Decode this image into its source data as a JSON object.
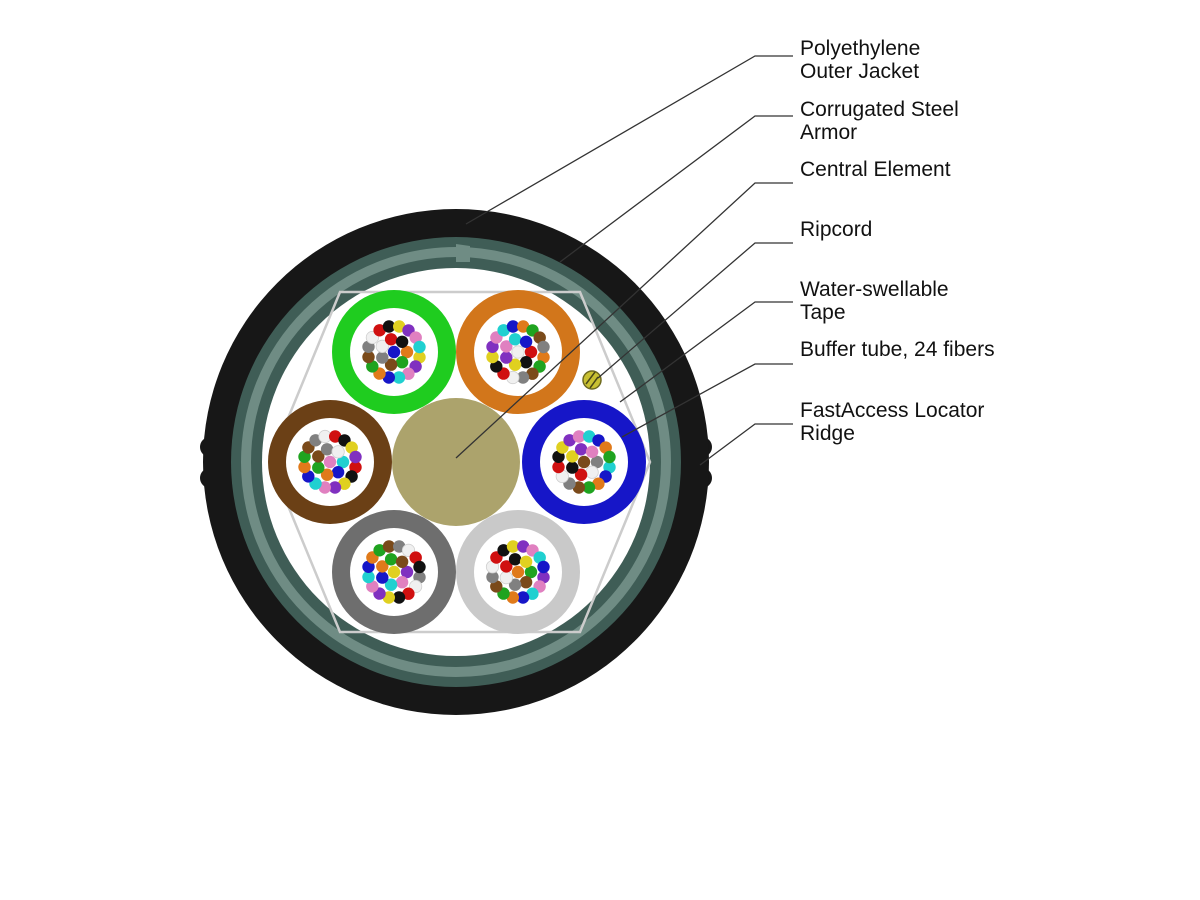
{
  "callouts": [
    {
      "id": "outer-jacket",
      "lines": [
        "Polyethylene",
        "Outer Jacket"
      ]
    },
    {
      "id": "steel-armor",
      "lines": [
        "Corrugated Steel",
        "Armor"
      ]
    },
    {
      "id": "central-element",
      "lines": [
        "Central Element"
      ]
    },
    {
      "id": "ripcord",
      "lines": [
        "Ripcord"
      ]
    },
    {
      "id": "water-swellable-tape",
      "lines": [
        "Water-swellable",
        "Tape"
      ]
    },
    {
      "id": "buffer-tube",
      "lines": [
        "Buffer tube, 24 fibers"
      ]
    },
    {
      "id": "locator-ridge",
      "lines": [
        "FastAccess Locator",
        "Ridge"
      ]
    }
  ],
  "colors": {
    "jacket": "#171717",
    "armor": "#3f5d56",
    "armor_light": "#6f8c84",
    "tape": "#ffffff",
    "central_element": "#aca36c",
    "ripcord": "#c8c032",
    "leader_line": "#333333"
  },
  "buffer_tubes": [
    {
      "id": "tube-green",
      "color": "#1fcc1f"
    },
    {
      "id": "tube-orange",
      "color": "#d2761b"
    },
    {
      "id": "tube-brown",
      "color": "#6b4016"
    },
    {
      "id": "tube-blue",
      "color": "#1616c8"
    },
    {
      "id": "tube-slate",
      "color": "#6e6e6e"
    },
    {
      "id": "tube-white",
      "color": "#c9c9c9"
    }
  ],
  "fiber_colors": [
    "#1616c8",
    "#e07a1a",
    "#1fa31f",
    "#7a4a1a",
    "#808080",
    "#f0f0f0",
    "#d01010",
    "#111111",
    "#e0d020",
    "#8030c0",
    "#e080c0",
    "#20d0d0"
  ],
  "fibers_per_tube": 24
}
